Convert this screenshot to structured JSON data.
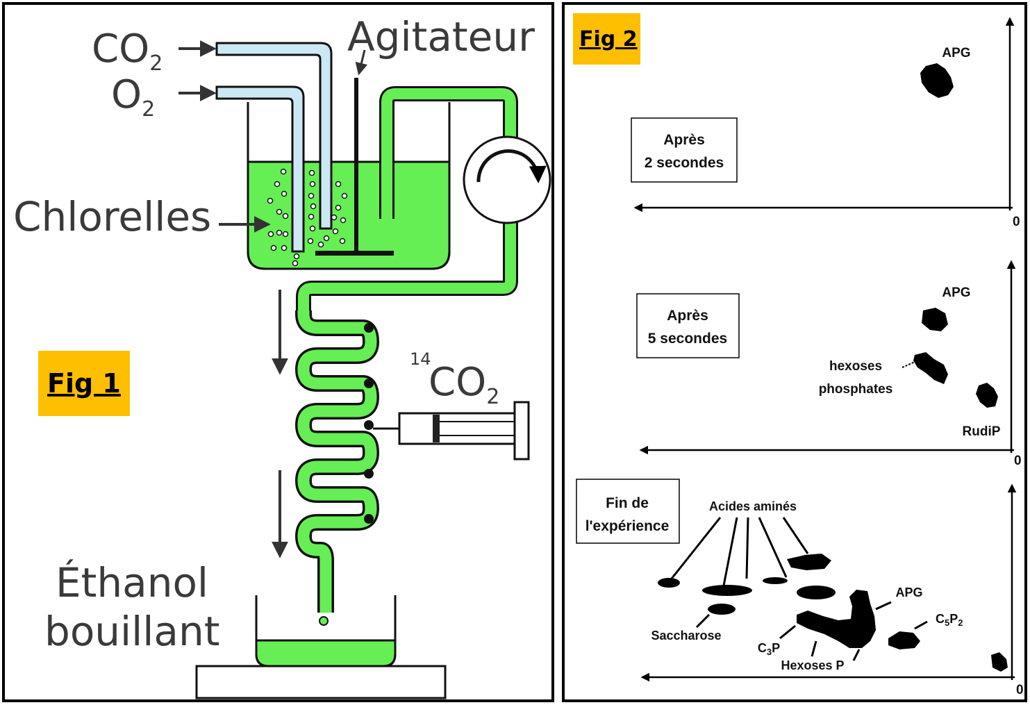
{
  "fig1": {
    "badge": "Fig 1",
    "co2_label": "CO",
    "co2_sub": "2",
    "o2_label": "O",
    "o2_sub": "2",
    "agitateur": "Agitateur",
    "chlorelles": "Chlorelles",
    "c14_sup": "14",
    "c14_label": "CO",
    "c14_sub": "2",
    "ethanol_line1": "Éthanol",
    "ethanol_line2": "bouillant"
  },
  "fig2": {
    "badge": "Fig 2",
    "panel1": {
      "box_line1": "Après",
      "box_line2": "2 secondes",
      "apg": "APG",
      "origin": "0"
    },
    "panel2": {
      "box_line1": "Après",
      "box_line2": "5 secondes",
      "apg": "APG",
      "hexoses_line1": "hexoses",
      "hexoses_line2": "phosphates",
      "rudip": "RudiP",
      "origin": "0"
    },
    "panel3": {
      "box_line1": "Fin de",
      "box_line2": "l'expérience",
      "acides": "Acides aminés",
      "saccharose": "Saccharose",
      "c3p": "C",
      "c3p_sub": "3",
      "c3p_tail": "P",
      "hexoses_p": "Hexoses P",
      "apg": "APG",
      "c5p2_c": "C",
      "c5p2_5": "5",
      "c5p2_p": "P",
      "c5p2_2": "2",
      "origin": "0"
    }
  },
  "colors": {
    "green": "#66ee55",
    "green_stroke": "#111111",
    "tube_blue": "#cce8f4",
    "badge": "#fdbf00"
  }
}
